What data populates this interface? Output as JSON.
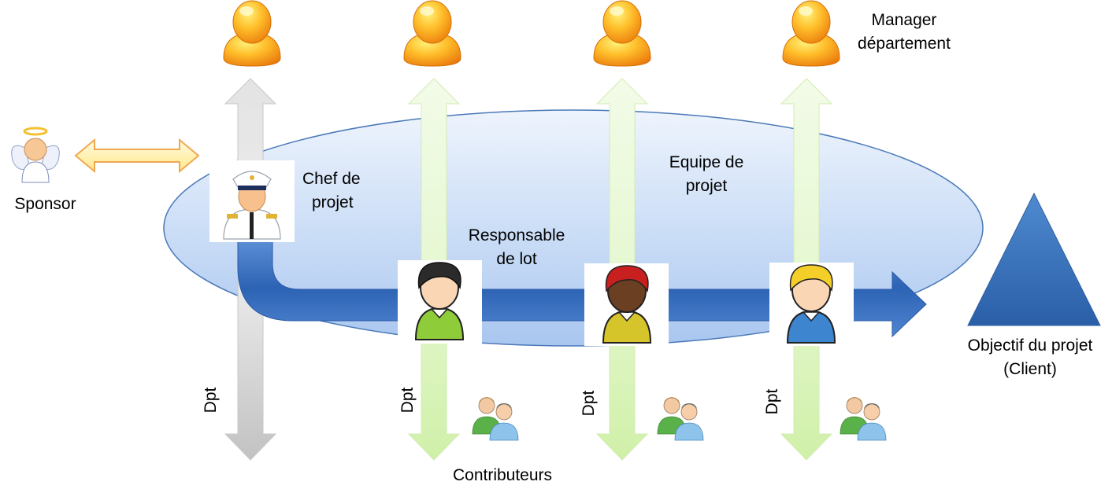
{
  "labels": {
    "sponsor": "Sponsor",
    "chef_line1": "Chef de",
    "chef_line2": "projet",
    "manager_line1": "Manager",
    "manager_line2": "département",
    "equipe_line1": "Equipe de",
    "equipe_line2": "projet",
    "responsable_line1": "Responsable",
    "responsable_line2": "de lot",
    "objectif_line1": "Objectif du projet",
    "objectif_line2": "(Client)",
    "contributeurs": "Contributeurs",
    "dpt": "Dpt"
  },
  "icons": {
    "manager": "user-orange-icon",
    "sponsor": "angel-icon",
    "chef": "captain-icon",
    "member_1": "person-black-hair-icon",
    "member_2": "person-red-hair-icon",
    "member_3": "person-blond-hair-icon",
    "contributors": "group-users-icon"
  },
  "colors": {
    "ellipse_fill": "#c6d9f5",
    "ellipse_stroke": "#4a79b8",
    "flow_arrow": "#3a6fc0",
    "triangle": "#3d76bd",
    "gray_arrow": "#cfcfcf",
    "green_arrow": "#ddf5c2",
    "sponsor_arrow_fill": "#fff3b0",
    "sponsor_arrow_stroke": "#f0a850",
    "orange_user": "#f7a51c"
  }
}
